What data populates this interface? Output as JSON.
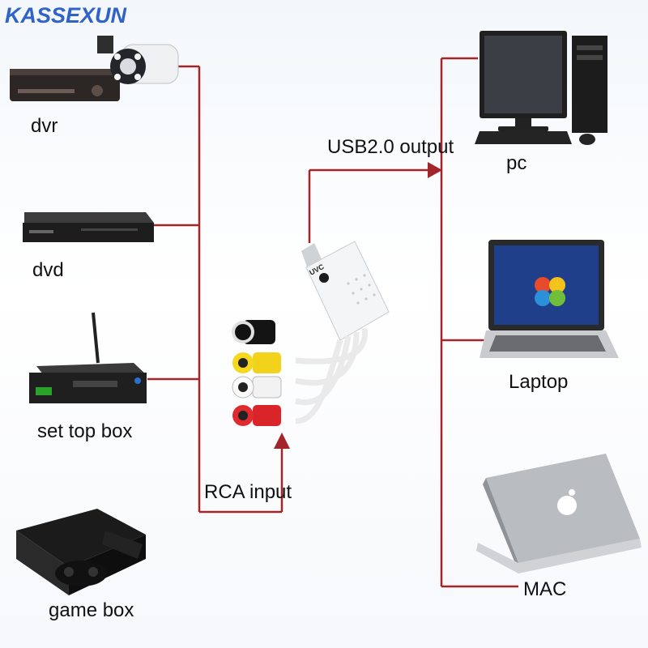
{
  "brand": "KASSEXUN",
  "inputs": [
    {
      "id": "dvr",
      "label": "dvr",
      "icon": "dvr-icon"
    },
    {
      "id": "dvd",
      "label": "dvd",
      "icon": "dvd-player-icon"
    },
    {
      "id": "stb",
      "label": "set top box",
      "icon": "set-top-box-icon"
    },
    {
      "id": "game",
      "label": "game box",
      "icon": "game-console-icon"
    }
  ],
  "outputs": [
    {
      "id": "pc",
      "label": "pc",
      "icon": "desktop-pc-icon"
    },
    {
      "id": "laptop",
      "label": "Laptop",
      "icon": "laptop-icon"
    },
    {
      "id": "mac",
      "label": "MAC",
      "icon": "macbook-icon"
    }
  ],
  "connections": {
    "input_label": "RCA input",
    "output_label": "USB2.0 output"
  },
  "device": {
    "name_icon": "usb-video-capture-icon",
    "badge": "UVC"
  },
  "colors": {
    "line": "#a3252a",
    "brand": "#2f63c8"
  }
}
